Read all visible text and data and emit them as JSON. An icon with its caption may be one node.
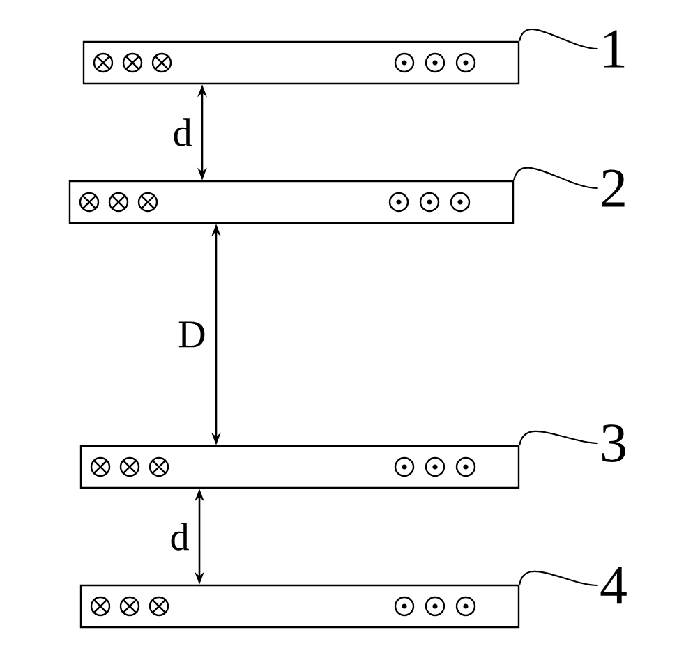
{
  "diagram": {
    "nodes": [
      {
        "text": [],
        "shape": "box"
      },
      {
        "text": [],
        "shape": "box"
      },
      {
        "text": [],
        "shape": "box"
      },
      {
        "text": [],
        "shape": "box"
      },
      {
        "text": [
          "1"
        ]
      },
      {
        "text": [
          "2"
        ]
      },
      {
        "text": [
          "3"
        ]
      },
      {
        "text": [
          "4"
        ]
      }
    ],
    "edges": [
      {
        "from": 4,
        "to": 0,
        "arrow": "none"
      },
      {
        "from": 5,
        "to": 1,
        "arrow": "none"
      },
      {
        "from": 6,
        "to": 2,
        "arrow": "none"
      },
      {
        "from": 7,
        "to": 3,
        "arrow": "none"
      },
      {
        "from": 0,
        "to": 1,
        "arrow": "both",
        "label": "d"
      },
      {
        "from": 1,
        "to": 2,
        "arrow": "both",
        "label": "D"
      },
      {
        "from": 2,
        "to": 3,
        "arrow": "both",
        "label": "d"
      }
    ]
  }
}
